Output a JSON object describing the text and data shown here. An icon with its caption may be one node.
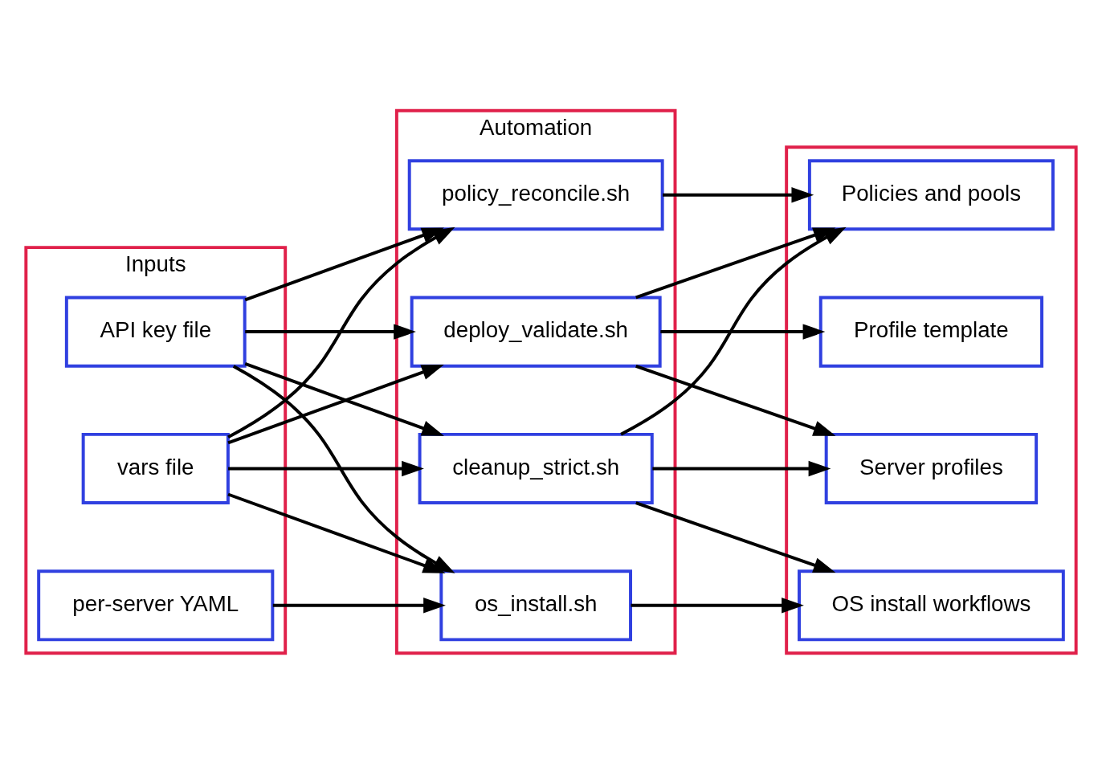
{
  "diagram": {
    "nodes": [
      {
        "text": [
          "Inputs"
        ]
      },
      {
        "text": [
          "vars file"
        ],
        "in": 0
      },
      {
        "text": [
          "API key file"
        ],
        "in": 0
      },
      {
        "text": [
          "per-server YAML"
        ],
        "in": 0
      },
      {
        "text": [
          "Automation"
        ]
      },
      {
        "text": [
          "policy_reconcile.sh"
        ],
        "in": 4
      },
      {
        "text": [
          "deploy_validate.sh"
        ],
        "in": 4
      },
      {
        "text": [
          "cleanup_strict.sh"
        ],
        "in": 4
      },
      {
        "text": [
          "os_install.sh"
        ],
        "in": 4
      },
      {
        "text": [],
        "shape": "box"
      },
      {
        "text": [
          "Policies and pools"
        ],
        "in": 9
      },
      {
        "text": [
          "Profile template"
        ],
        "in": 9
      },
      {
        "text": [
          "Server profiles"
        ],
        "in": 9
      },
      {
        "text": [
          "OS install workflows"
        ],
        "in": 9
      }
    ],
    "edges": [
      {
        "from": 1,
        "to": 5,
        "arrow": "to"
      },
      {
        "from": 2,
        "to": 5,
        "arrow": "to"
      },
      {
        "from": 1,
        "to": 6,
        "arrow": "to"
      },
      {
        "from": 2,
        "to": 6,
        "arrow": "to"
      },
      {
        "from": 1,
        "to": 7,
        "arrow": "to"
      },
      {
        "from": 2,
        "to": 7,
        "arrow": "to"
      },
      {
        "from": 1,
        "to": 8,
        "arrow": "to"
      },
      {
        "from": 2,
        "to": 8,
        "arrow": "to"
      },
      {
        "from": 3,
        "to": 8,
        "arrow": "to"
      },
      {
        "from": 5,
        "to": 10,
        "arrow": "to"
      },
      {
        "from": 6,
        "to": 10,
        "arrow": "to"
      },
      {
        "from": 7,
        "to": 10,
        "arrow": "to"
      },
      {
        "from": 6,
        "to": 11,
        "arrow": "to"
      },
      {
        "from": 6,
        "to": 12,
        "arrow": "to"
      },
      {
        "from": 7,
        "to": 12,
        "arrow": "to"
      },
      {
        "from": 7,
        "to": 13,
        "arrow": "to"
      },
      {
        "from": 8,
        "to": 13,
        "arrow": "to"
      }
    ]
  }
}
